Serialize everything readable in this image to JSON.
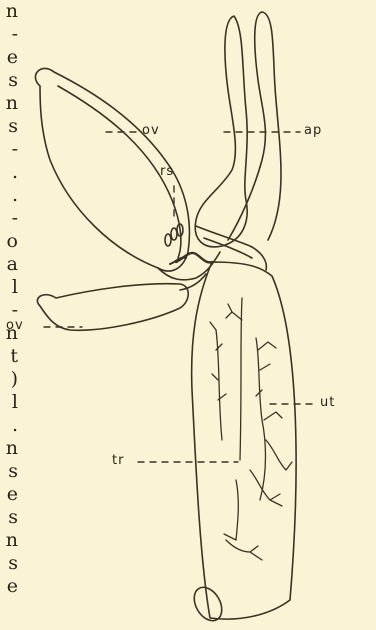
{
  "margin_letters": [
    "n",
    "-",
    "e",
    "s",
    "n",
    "s",
    "-",
    ".",
    ".",
    "-",
    "o",
    "a",
    "l",
    "-",
    "n",
    "t",
    ")",
    "l",
    ".",
    "n",
    "s",
    "e",
    "s",
    "n",
    "s",
    "e"
  ],
  "labels": {
    "ov_top": "ov",
    "ap": "ap",
    "rs": "rs",
    "ov_left": "ov",
    "ut": "ut",
    "tr": "tr"
  },
  "colors": {
    "paper": "#fbf3d6",
    "ink": "#3a3322"
  }
}
